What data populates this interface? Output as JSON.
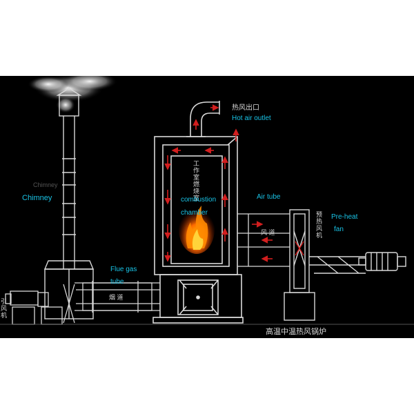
{
  "labels": {
    "hot_air_outlet_cn": "热风出口",
    "hot_air_outlet_en": "Hot air outlet",
    "chimney_faint": "Chimney",
    "chimney": "Chimney",
    "combustion_cn": "工作室燃烧室",
    "combustion_en_1": "combustion",
    "combustion_en_2": "chamber",
    "air_tube_en": "Air tube",
    "air_duct_cn": "风 道",
    "preheat_cn": "预热风机",
    "preheat_en_1": "Pre-heat",
    "preheat_en_2": "fan",
    "flue_gas_en_1": "Flue gas",
    "flue_gas_en_2": "tube",
    "flue_duct_cn": "烟 道",
    "induced_fan_cn": "引风机",
    "title_cn": "高温中温热风锅炉"
  },
  "colors": {
    "background": "#000000",
    "outline": "#d9d9d9",
    "label_cyan": "#19c3e6",
    "arrow_red": "#d21e1e",
    "flame_orange": "#ff6a00",
    "smoke": "#e8e8e8"
  }
}
